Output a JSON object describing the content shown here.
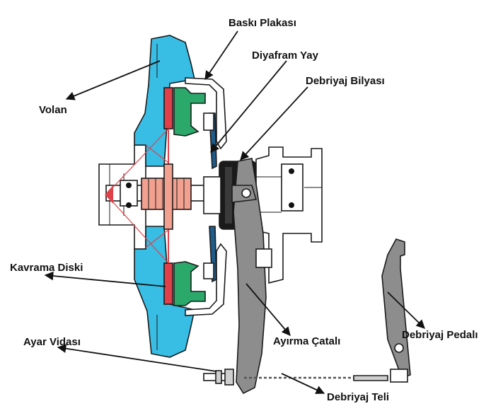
{
  "colors": {
    "flywheel": "#38bde4",
    "pressure_plate": "#2aa96b",
    "friction": "#e0404a",
    "fork": "#8d8d8d",
    "bearing": "#1a1a1a",
    "outline": "#1b1b1b"
  },
  "labels": {
    "baski_plakasi": "Baskı Plakası",
    "diyafram_yay": "Diyafram Yay",
    "debriyaj_bilyasi": "Debriyaj Bilyası",
    "volan": "Volan",
    "kavrama_diski": "Kavrama Diski",
    "ayar_vidasi": "Ayar Vidası",
    "ayirma_catali": "Ayırma Çatalı",
    "debriyaj_pedali": "Debriyaj Pedalı",
    "debriyaj_teli": "Debriyaj Teli"
  }
}
